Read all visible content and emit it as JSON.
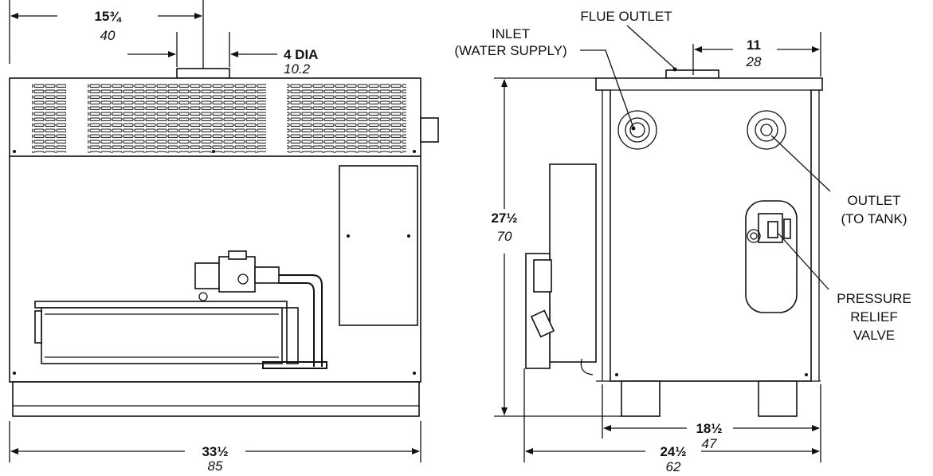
{
  "front_view": {
    "dim_width_in": "33½",
    "dim_width_cm": "85",
    "dim_flue_center_in": "15¾",
    "dim_flue_center_cm": "40",
    "dim_flue_dia_in": "4 DIA",
    "dim_flue_dia_cm": "10.2"
  },
  "side_view": {
    "dim_height_in": "27½",
    "dim_height_cm": "70",
    "dim_flue_offset_in": "11",
    "dim_flue_offset_cm": "28",
    "dim_depth_body_in": "18½",
    "dim_depth_body_cm": "47",
    "dim_depth_total_in": "24½",
    "dim_depth_total_cm": "62",
    "label_flue_outlet": "FLUE OUTLET",
    "label_inlet_line1": "INLET",
    "label_inlet_line2": "(WATER SUPPLY)",
    "label_outlet_line1": "OUTLET",
    "label_outlet_line2": "(TO TANK)",
    "label_relief_line1": "PRESSURE",
    "label_relief_line2": "RELIEF",
    "label_relief_line3": "VALVE"
  }
}
